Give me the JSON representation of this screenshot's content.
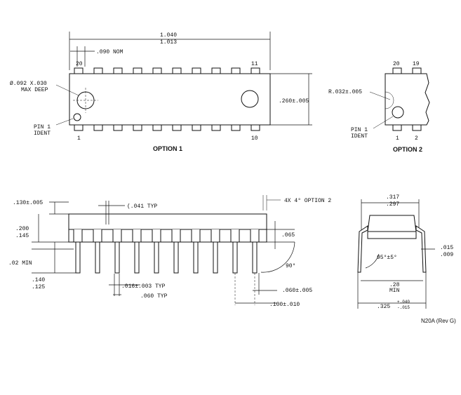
{
  "top_view": {
    "width_dim_top": "1.040",
    "width_dim_bottom": "1.013",
    "nom_dim": ".090 NOM",
    "pin20": "20",
    "pin11": "11",
    "pin1": "1",
    "pin10": "10",
    "hole_dim_line1": "Ø.092 X.030",
    "hole_dim_line2": "MAX DEEP",
    "pin1_ident_line1": "PIN 1",
    "pin1_ident_line2": "IDENT",
    "height_dim": ".260±.005",
    "option_label": "OPTION 1"
  },
  "option2": {
    "pin20": "20",
    "pin19": "19",
    "radius_dim": "R.032±.005",
    "pin1_ident_line1": "PIN 1",
    "pin1_ident_line2": "IDENT",
    "pin1": "1",
    "pin2": "2",
    "option_label": "OPTION 2"
  },
  "side_view": {
    "dim_130": ".130±.005",
    "dim_041": "(.041 TYP",
    "dim_4x": "4X 4° OPTION 2",
    "dim_200": ".200",
    "dim_145": ".145",
    "dim_065": ".065",
    "dim_02": ".02 MIN",
    "dim_90": "90°",
    "dim_140": ".140",
    "dim_125": ".125",
    "dim_016": ".016±.003 TYP",
    "dim_060typ": ".060 TYP",
    "dim_060": ".060±.005",
    "dim_100": ".100±.010"
  },
  "end_view": {
    "dim_317": ".317",
    "dim_297": ".297",
    "dim_015": ".015",
    "dim_009": ".009",
    "dim_95": "95°±5°",
    "dim_28": ".28",
    "dim_min": "MIN",
    "dim_325": ".325",
    "dim_325_tol_top": "+.040",
    "dim_325_tol_bot": "-.015"
  },
  "revision": "N20A (Rev G)"
}
